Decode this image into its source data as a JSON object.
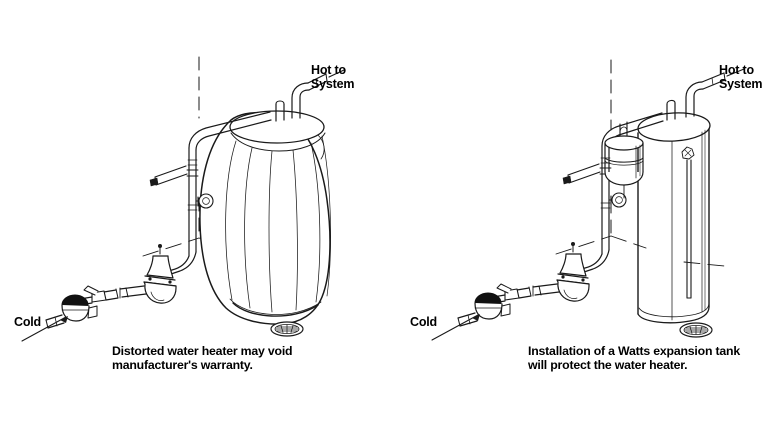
{
  "document": {
    "type": "technical-illustration",
    "subject": "Water heater thermal expansion comparison diagram",
    "background_color": "#ffffff",
    "line_color": "#1a1a1a",
    "text_color": "#000000"
  },
  "panels": [
    {
      "id": "left",
      "name": "distorted-water-heater",
      "tank_style": "bulged-distorted",
      "has_expansion_tank": false,
      "labels": {
        "hot": "Hot to\nSystem",
        "cold": "Cold"
      },
      "caption": "Distorted water heater may void\nmanufacturer's warranty.",
      "components": [
        "hot-outlet-pipe",
        "cold-inlet-pipe",
        "distorted-storage-tank",
        "pressure-reducing-valve",
        "water-meter",
        "shutoff-valve",
        "pressure-gauge",
        "floor-drain",
        "wall-corner"
      ]
    },
    {
      "id": "right",
      "name": "protected-water-heater",
      "tank_style": "cylindrical-normal",
      "has_expansion_tank": true,
      "labels": {
        "hot": "Hot to\nSystem",
        "cold": "Cold"
      },
      "caption": "Installation of a Watts expansion tank\nwill protect the water heater.",
      "components": [
        "hot-outlet-pipe",
        "cold-inlet-pipe",
        "cylindrical-storage-tank",
        "watts-expansion-tank",
        "temperature-pressure-relief-valve",
        "relief-discharge-pipe",
        "pressure-reducing-valve",
        "water-meter",
        "shutoff-valve",
        "pressure-gauge",
        "floor-drain",
        "wall-corner"
      ]
    }
  ]
}
